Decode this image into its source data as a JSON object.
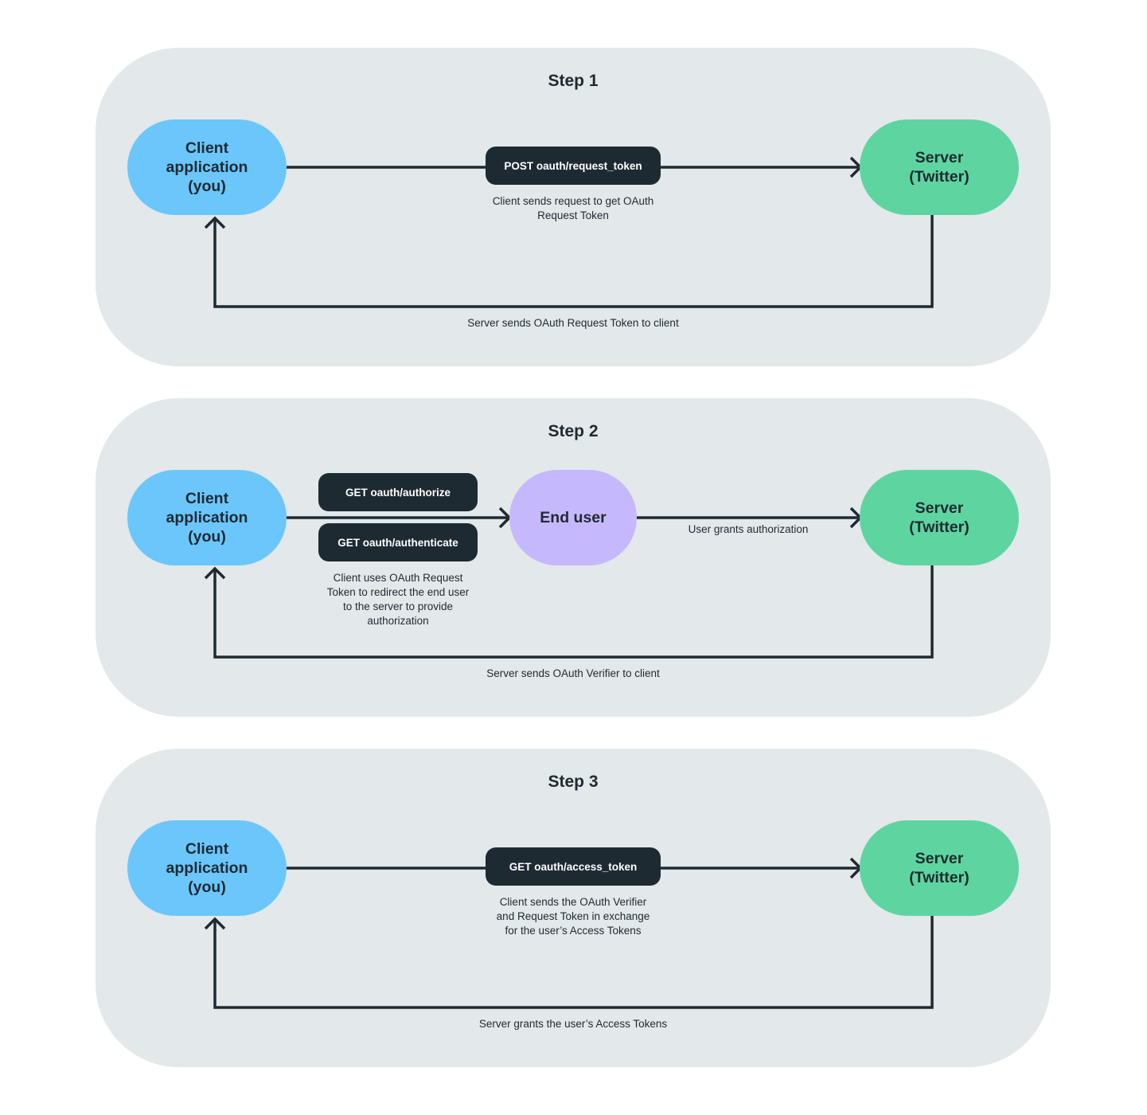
{
  "colors": {
    "panel": "#e3e8ea",
    "client": "#6bc6fc",
    "server": "#5ed5a0",
    "end_user": "#c6b8fc",
    "dark": "#1e2a32"
  },
  "steps": [
    {
      "title": "Step 1",
      "client": "Client\napplication\n(you)",
      "server": "Server\n(Twitter)",
      "request_pill": "POST oauth/request_token",
      "request_caption": "Client sends request to get OAuth\nRequest Token",
      "return_caption": "Server sends OAuth Request Token to client"
    },
    {
      "title": "Step 2",
      "client": "Client\napplication\n(you)",
      "end_user": "End user",
      "server": "Server\n(Twitter)",
      "pill_authorize": "GET oauth/authorize",
      "pill_authenticate": "GET oauth/authenticate",
      "request_caption": "Client uses OAuth Request\nToken to redirect the end user\nto the server to provide\nauthorization",
      "grant_caption": "User grants authorization",
      "return_caption": "Server sends OAuth Verifier to client"
    },
    {
      "title": "Step 3",
      "client": "Client\napplication\n(you)",
      "server": "Server\n(Twitter)",
      "request_pill": "GET oauth/access_token",
      "request_caption": "Client sends the OAuth Verifier\nand Request Token in exchange\nfor the user’s Access Tokens",
      "return_caption": "Server grants the user’s Access Tokens"
    }
  ]
}
